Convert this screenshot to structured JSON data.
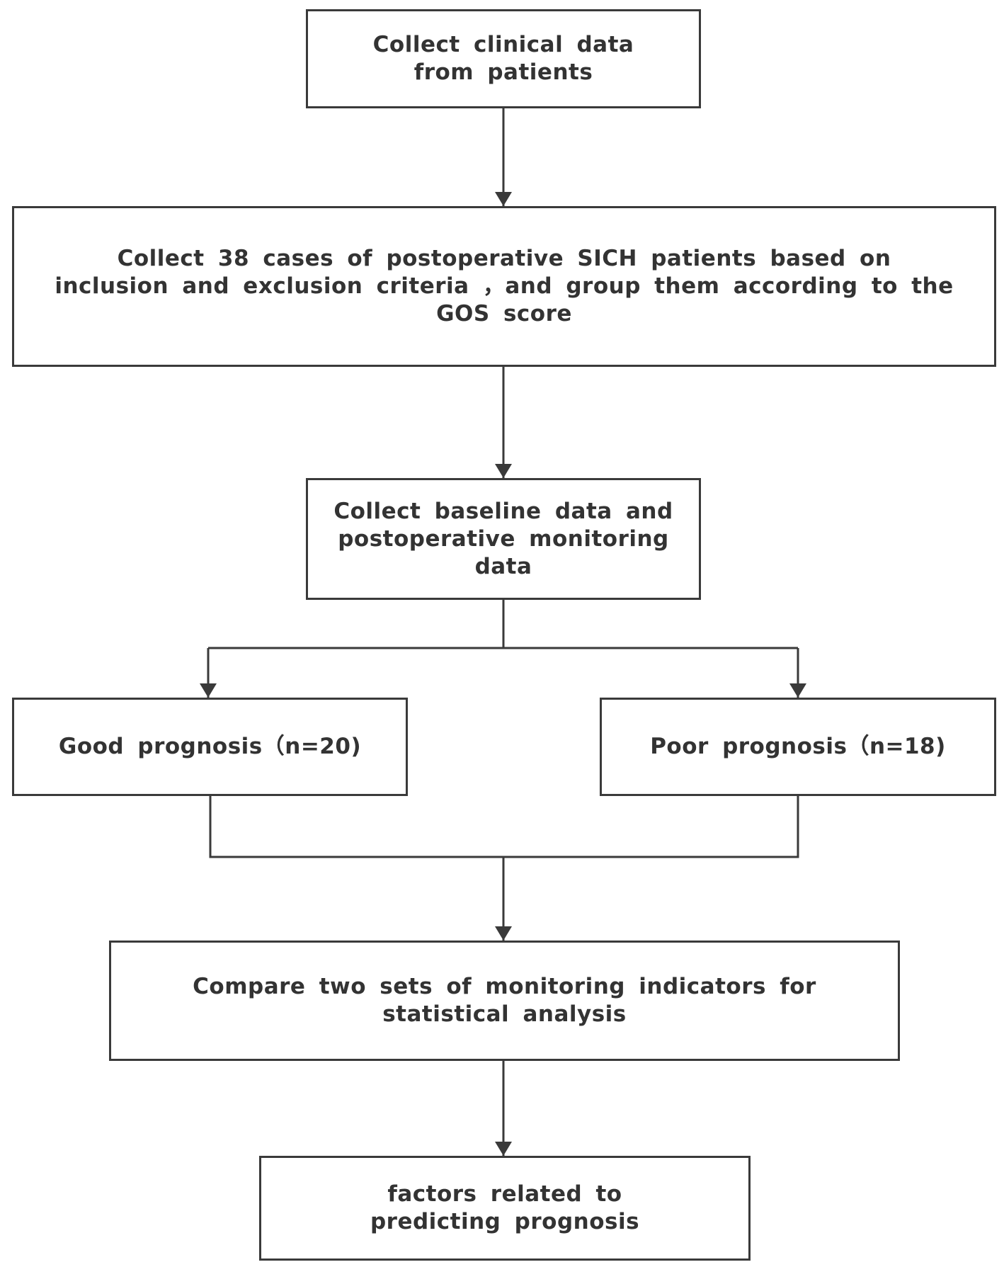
{
  "flowchart": {
    "steps": [
      {
        "id": "collect-clinical-data",
        "label": "Collect clinical data from patients"
      },
      {
        "id": "collect-cases",
        "label": "Collect 38 cases of postoperative SICH patients based on inclusion and exclusion criteria ，and group them according to the GOS score"
      },
      {
        "id": "collect-baseline",
        "label": "Collect baseline data and postoperative monitoring data"
      },
      {
        "id": "good-prognosis",
        "label": "Good prognosis（n=20)"
      },
      {
        "id": "poor-prognosis",
        "label": "Poor prognosis（n=18)"
      },
      {
        "id": "compare-indicators",
        "label": "Compare two sets of monitoring indicators for statistical analysis"
      },
      {
        "id": "predicting-factors",
        "label": "factors related to predicting prognosis"
      }
    ],
    "colors": {
      "line": "#3a3a3a",
      "text": "#333333",
      "background": "#ffffff"
    }
  }
}
